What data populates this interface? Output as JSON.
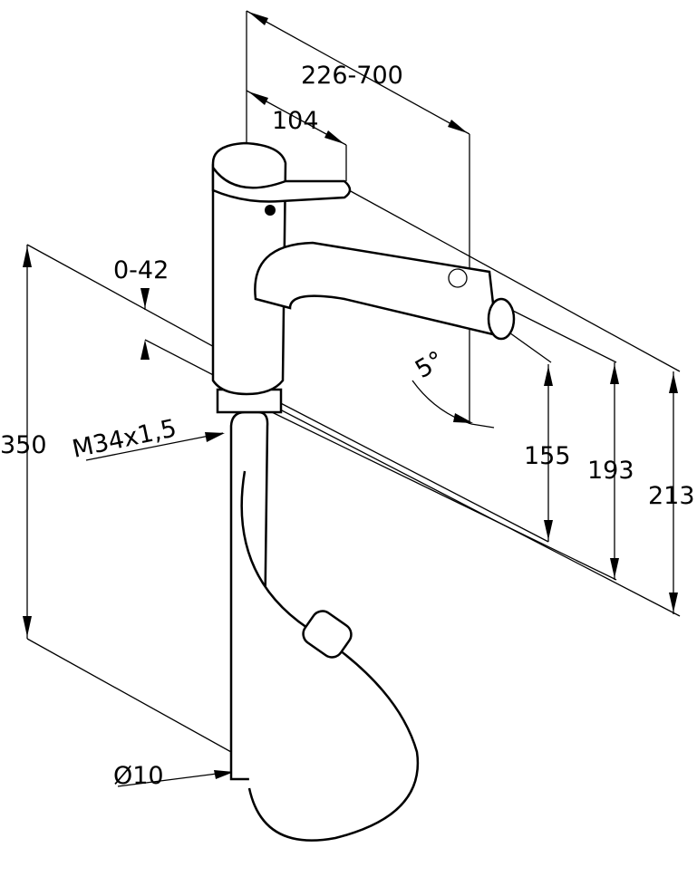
{
  "drawing": {
    "dimensions": {
      "reach": "226-700",
      "lever_offset": "104",
      "deck_thickness": "0-42",
      "total_height": "350",
      "thread": "M34x1,5",
      "angle": "5°",
      "spout_height": "155",
      "outlet_height": "193",
      "overall_height": "213",
      "hose_diameter": "Ø10"
    }
  }
}
